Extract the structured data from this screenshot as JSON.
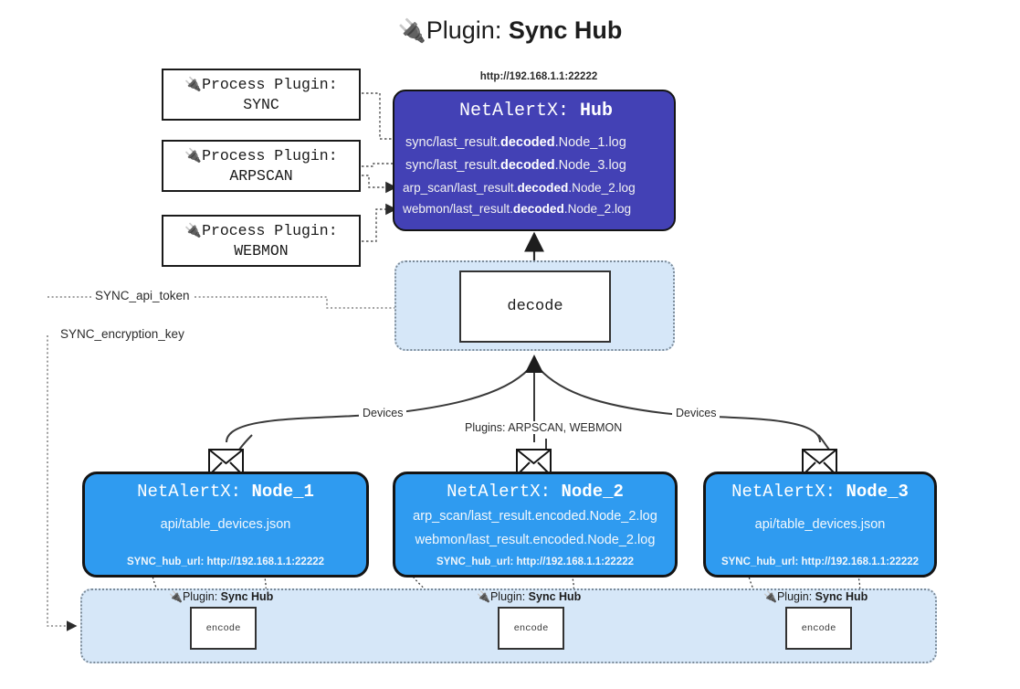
{
  "title": {
    "plug_icon": "🔌",
    "prefix": "Plugin:",
    "name": "Sync Hub"
  },
  "process_plugins": [
    {
      "icon": "🔌",
      "line1": "Process Plugin:",
      "line2": "SYNC"
    },
    {
      "icon": "🔌",
      "line1": "Process Plugin:",
      "line2": "ARPSCAN"
    },
    {
      "icon": "🔌",
      "line1": "Process Plugin:",
      "line2": "WEBMON"
    }
  ],
  "hub": {
    "url": "http://192.168.1.1:22222",
    "title_prefix": "NetAlertX:",
    "title_name": "Hub",
    "logs": [
      {
        "pre": "sync/last_result.",
        "mid": "decoded",
        "post": ".Node_1.log"
      },
      {
        "pre": "sync/last_result.",
        "mid": "decoded",
        "post": ".Node_3.log"
      },
      {
        "pre": "arp_scan/last_result.",
        "mid": "decoded",
        "post": ".Node_2.log"
      },
      {
        "pre": "webmon/last_result.",
        "mid": "decoded",
        "post": ".Node_2.log"
      }
    ]
  },
  "decode": {
    "label": "decode"
  },
  "keys": [
    {
      "label": "SYNC_api_token"
    },
    {
      "label": "SYNC_encryption_key"
    }
  ],
  "edge_labels": {
    "devices_left": "Devices",
    "plugins_center": "Plugins: ARPSCAN, WEBMON",
    "devices_right": "Devices"
  },
  "nodes": [
    {
      "title_prefix": "NetAlertX:",
      "title_name": "Node_1",
      "lines": [
        "api/table_devices.json"
      ],
      "url_key": "SYNC_hub_url:",
      "url_value": "http://192.168.1.1:22222"
    },
    {
      "title_prefix": "NetAlertX:",
      "title_name": "Node_2",
      "lines": [
        "arp_scan/last_result.encoded.Node_2.log",
        "webmon/last_result.encoded.Node_2.log"
      ],
      "url_key": "SYNC_hub_url:",
      "url_value": "http://192.168.1.1:22222"
    },
    {
      "title_prefix": "NetAlertX:",
      "title_name": "Node_3",
      "lines": [
        "api/table_devices.json"
      ],
      "url_key": "SYNC_hub_url:",
      "url_value": "http://192.168.1.1:22222"
    }
  ],
  "encoders": [
    {
      "icon": "🔌",
      "label_prefix": "Plugin:",
      "label_name": "Sync Hub",
      "box_label": "encode"
    },
    {
      "icon": "🔌",
      "label_prefix": "Plugin:",
      "label_name": "Sync Hub",
      "box_label": "encode"
    },
    {
      "icon": "🔌",
      "label_prefix": "Plugin:",
      "label_name": "Sync Hub",
      "box_label": "encode"
    }
  ],
  "colors": {
    "hub_fill": "#4341b5",
    "node_fill": "#2f9bf0",
    "container_fill": "#d6e7f8",
    "stroke": "#141414"
  }
}
